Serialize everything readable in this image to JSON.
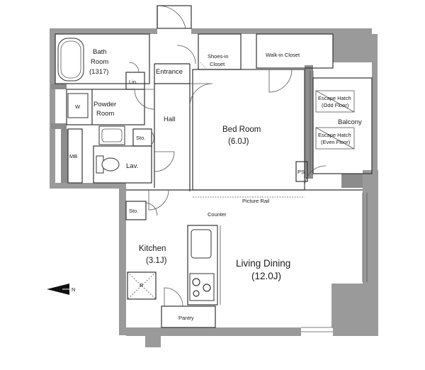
{
  "rooms": {
    "bath_room": {
      "line1": "Bath",
      "line2": "Room",
      "line3": "(1317)"
    },
    "powder_room": {
      "line1": "Powder",
      "line2": "Room"
    },
    "washer": "W",
    "linen": "Lin.",
    "entrance": "Entrance",
    "shoes_in_closet": {
      "line1": "Shoes-in",
      "line2": "Closet"
    },
    "walk_in_closet": "Walk-in Closet",
    "hall": "Hall",
    "storage_upper": "Sto.",
    "storage_lower": "Sto.",
    "mb": "MB",
    "lavatory": "Lav.",
    "bed_room": {
      "line1": "Bed Room",
      "line2": "(6.0J)"
    },
    "escape_hatch_odd": {
      "line1": "Escape Hatch",
      "line2": "(Odd Floor)"
    },
    "escape_hatch_even": {
      "line1": "Escape Hatch",
      "line2": "(Even Floor)"
    },
    "balcony": "Balcony",
    "ps": "PS",
    "picture_rail": "Picture Rail",
    "counter": "Counter",
    "kitchen": {
      "line1": "Kitchen",
      "line2": "(3.1J)"
    },
    "living_dining": {
      "line1": "Living Dining",
      "line2": "(12.0J)"
    },
    "pantry": "Pantry",
    "fridge_mark": "R"
  },
  "compass": {
    "letter": "N"
  }
}
